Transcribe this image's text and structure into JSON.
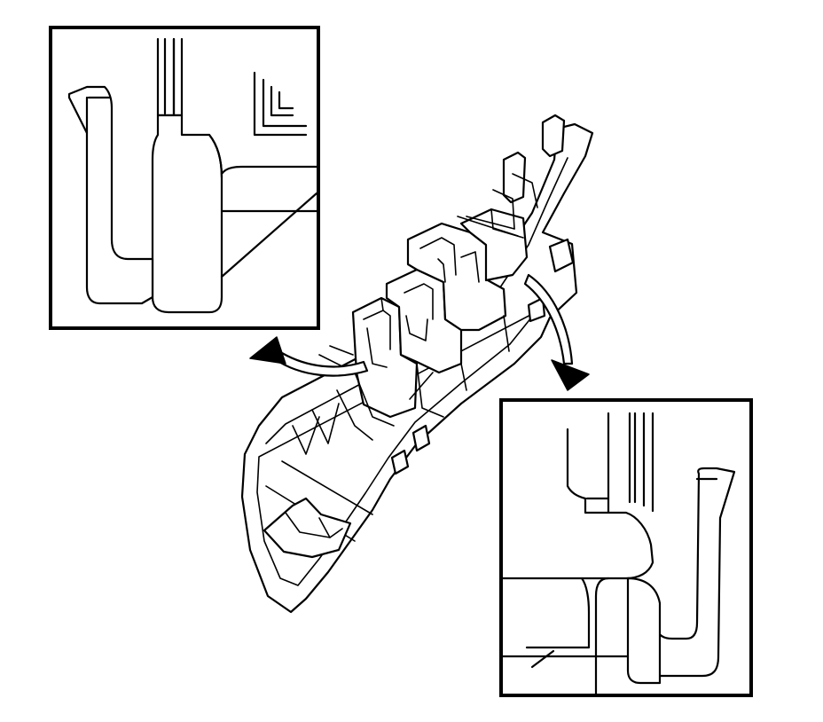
{
  "diagram": {
    "stroke_color": "#000000",
    "background_color": "#ffffff",
    "components": [
      "switch-bezel-housing",
      "detail-view-left",
      "detail-view-right",
      "arrow-left",
      "arrow-right"
    ]
  }
}
